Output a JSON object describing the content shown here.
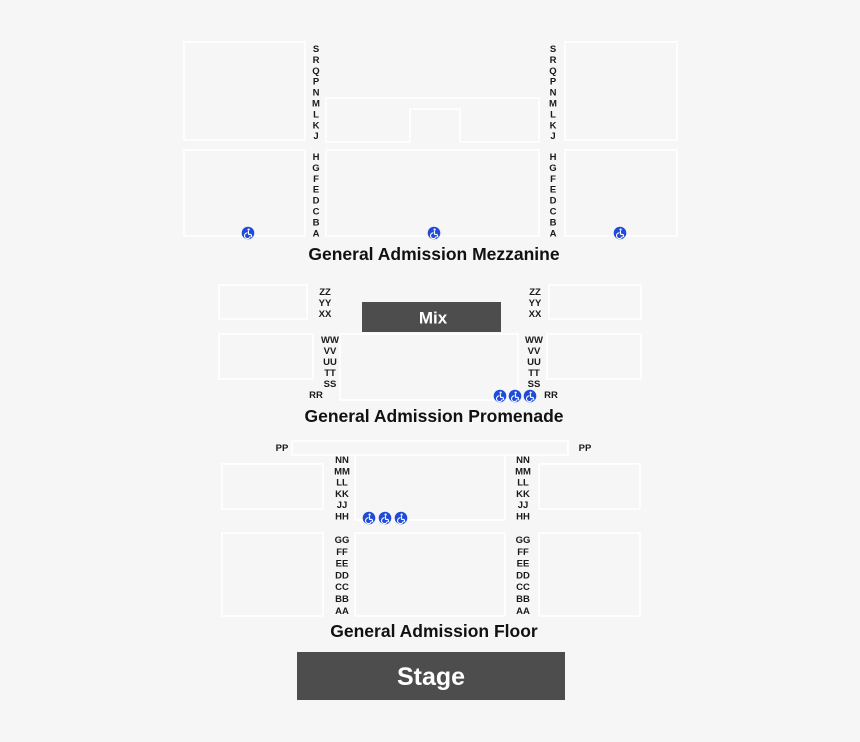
{
  "colors": {
    "background": "#f6f6f6",
    "section_outline": "#ffffff",
    "block_fill": "#4d4d4d",
    "block_text": "#ffffff",
    "accessible_icon": "#1f4bd8"
  },
  "sections": {
    "mezzanine": "General Admission Mezzanine",
    "promenade": "General Admission Promenade",
    "floor": "General Admission Floor"
  },
  "mix_label": "Mix",
  "stage_label": "Stage",
  "rows": {
    "mezz_upper": [
      "S",
      "R",
      "Q",
      "P",
      "N",
      "M",
      "L",
      "K",
      "J"
    ],
    "mezz_lower": [
      "H",
      "G",
      "F",
      "E",
      "D",
      "C",
      "B",
      "A"
    ],
    "prom_upper": [
      "ZZ",
      "YY",
      "XX"
    ],
    "prom_lower": [
      "WW",
      "VV",
      "UU",
      "TT",
      "SS"
    ],
    "prom_side": "RR",
    "floor_side": "PP",
    "floor_upper": [
      "NN",
      "MM",
      "LL",
      "KK",
      "JJ",
      "HH"
    ],
    "floor_lower": [
      "GG",
      "FF",
      "EE",
      "DD",
      "CC",
      "BB",
      "AA"
    ]
  },
  "icons": {
    "accessible": "wheelchair-accessible-icon"
  }
}
